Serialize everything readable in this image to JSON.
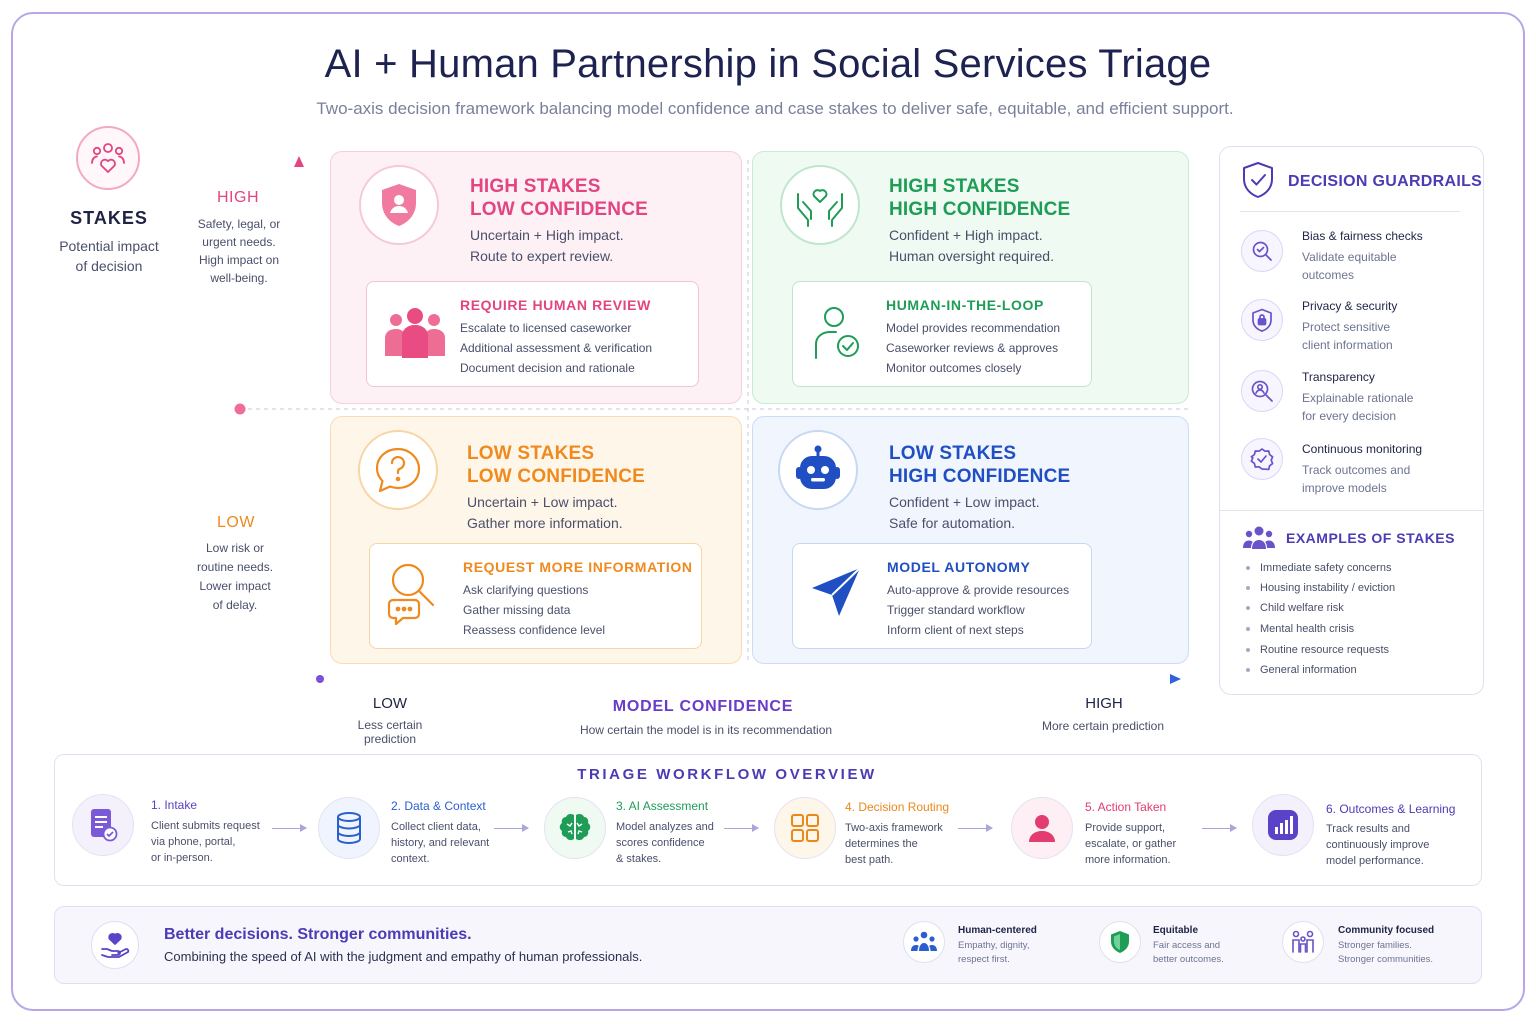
{
  "title": "AI + Human Partnership in Social Services Triage",
  "subtitle": "Two-axis decision framework balancing model confidence and case stakes to deliver safe, equitable, and efficient support.",
  "stakes": {
    "title": "STAKES",
    "subtitle_1": "Potential impact",
    "subtitle_2": "of decision",
    "high": "HIGH",
    "high_desc": [
      "Safety, legal, or",
      "urgent needs.",
      "High impact on",
      "well-being."
    ],
    "low": "LOW",
    "low_desc": [
      "Low risk or",
      "routine needs.",
      "Lower impact",
      "of delay."
    ]
  },
  "confidence": {
    "title": "MODEL CONFIDENCE",
    "subtitle": "How certain the model is in its recommendation",
    "low": "LOW",
    "low_desc": "Less certain prediction",
    "high": "HIGH",
    "high_desc": "More certain prediction"
  },
  "quadrants": {
    "hs_lc": {
      "title_1": "HIGH STAKES",
      "title_2": "LOW CONFIDENCE",
      "desc_1": "Uncertain + High impact.",
      "desc_2": "Route to expert review.",
      "card_title": "REQUIRE HUMAN REVIEW",
      "card_lines": [
        "Escalate to licensed caseworker",
        "Additional assessment & verification",
        "Document decision and rationale"
      ]
    },
    "hs_hc": {
      "title_1": "HIGH STAKES",
      "title_2": "HIGH CONFIDENCE",
      "desc_1": "Confident + High impact.",
      "desc_2": "Human oversight required.",
      "card_title": "HUMAN-IN-THE-LOOP",
      "card_lines": [
        "Model provides recommendation",
        "Caseworker reviews & approves",
        "Monitor outcomes closely"
      ]
    },
    "ls_lc": {
      "title_1": "LOW STAKES",
      "title_2": "LOW CONFIDENCE",
      "desc_1": "Uncertain + Low impact.",
      "desc_2": "Gather more information.",
      "card_title": "REQUEST MORE INFORMATION",
      "card_lines": [
        "Ask clarifying questions",
        "Gather missing data",
        "Reassess confidence level"
      ]
    },
    "ls_hc": {
      "title_1": "LOW STAKES",
      "title_2": "HIGH CONFIDENCE",
      "desc_1": "Confident + Low impact.",
      "desc_2": "Safe for automation.",
      "card_title": "MODEL AUTONOMY",
      "card_lines": [
        "Auto-approve & provide resources",
        "Trigger standard workflow",
        "Inform client of next steps"
      ]
    }
  },
  "guardrails": {
    "title": "DECISION GUARDRAILS",
    "items": [
      {
        "title": "Bias & fairness checks",
        "desc_1": "Validate equitable",
        "desc_2": "outcomes",
        "icon": "magnifier-check-icon"
      },
      {
        "title": "Privacy & security",
        "desc_1": "Protect sensitive",
        "desc_2": "client information",
        "icon": "shield-lock-icon"
      },
      {
        "title": "Transparency",
        "desc_1": "Explainable rationale",
        "desc_2": "for every decision",
        "icon": "search-person-icon"
      },
      {
        "title": "Continuous monitoring",
        "desc_1": "Track outcomes and",
        "desc_2": "improve models",
        "icon": "badge-check-icon"
      }
    ],
    "examples_title": "EXAMPLES OF STAKES",
    "examples": [
      "Immediate safety concerns",
      "Housing instability / eviction",
      "Child welfare risk",
      "Mental health crisis",
      "Routine resource requests",
      "General information"
    ]
  },
  "workflow": {
    "title": "TRIAGE WORKFLOW OVERVIEW",
    "steps": [
      {
        "label": "1.  Intake",
        "desc": [
          "Client submits request",
          "via phone, portal,",
          "or in-person."
        ],
        "color": "#5b3fc4"
      },
      {
        "label": "2.  Data & Context",
        "desc": [
          "Collect client data,",
          "history, and relevant",
          "context."
        ],
        "color": "#2a5fd0"
      },
      {
        "label": "3.  AI Assessment",
        "desc": [
          "Model analyzes and",
          "scores confidence",
          "& stakes."
        ],
        "color": "#1f9d57"
      },
      {
        "label": "4.  Decision Routing",
        "desc": [
          "Two-axis framework",
          "determines the",
          "best path."
        ],
        "color": "#e8891a"
      },
      {
        "label": "5.  Action Taken",
        "desc": [
          "Provide support,",
          "escalate, or gather",
          "more information."
        ],
        "color": "#e23c70"
      },
      {
        "label": "6.  Outcomes & Learning",
        "desc": [
          "Track results and",
          "continuously improve",
          "model performance."
        ],
        "color": "#4b3bb5"
      }
    ]
  },
  "footer": {
    "title": "Better decisions. Stronger communities.",
    "desc": "Combining the speed of AI with the judgment and empathy of human professionals.",
    "badges": [
      {
        "title": "Human-centered",
        "desc_1": "Empathy, dignity,",
        "desc_2": "respect first."
      },
      {
        "title": "Equitable",
        "desc_1": "Fair access and",
        "desc_2": "better outcomes."
      },
      {
        "title": "Community focused",
        "desc_1": "Stronger families.",
        "desc_2": "Stronger communities."
      }
    ]
  },
  "colors": {
    "pink": "#e2457f",
    "green": "#1f9d57",
    "orange": "#ef8a1e",
    "blue": "#1f4fc2",
    "purple": "#4b3bb5"
  }
}
